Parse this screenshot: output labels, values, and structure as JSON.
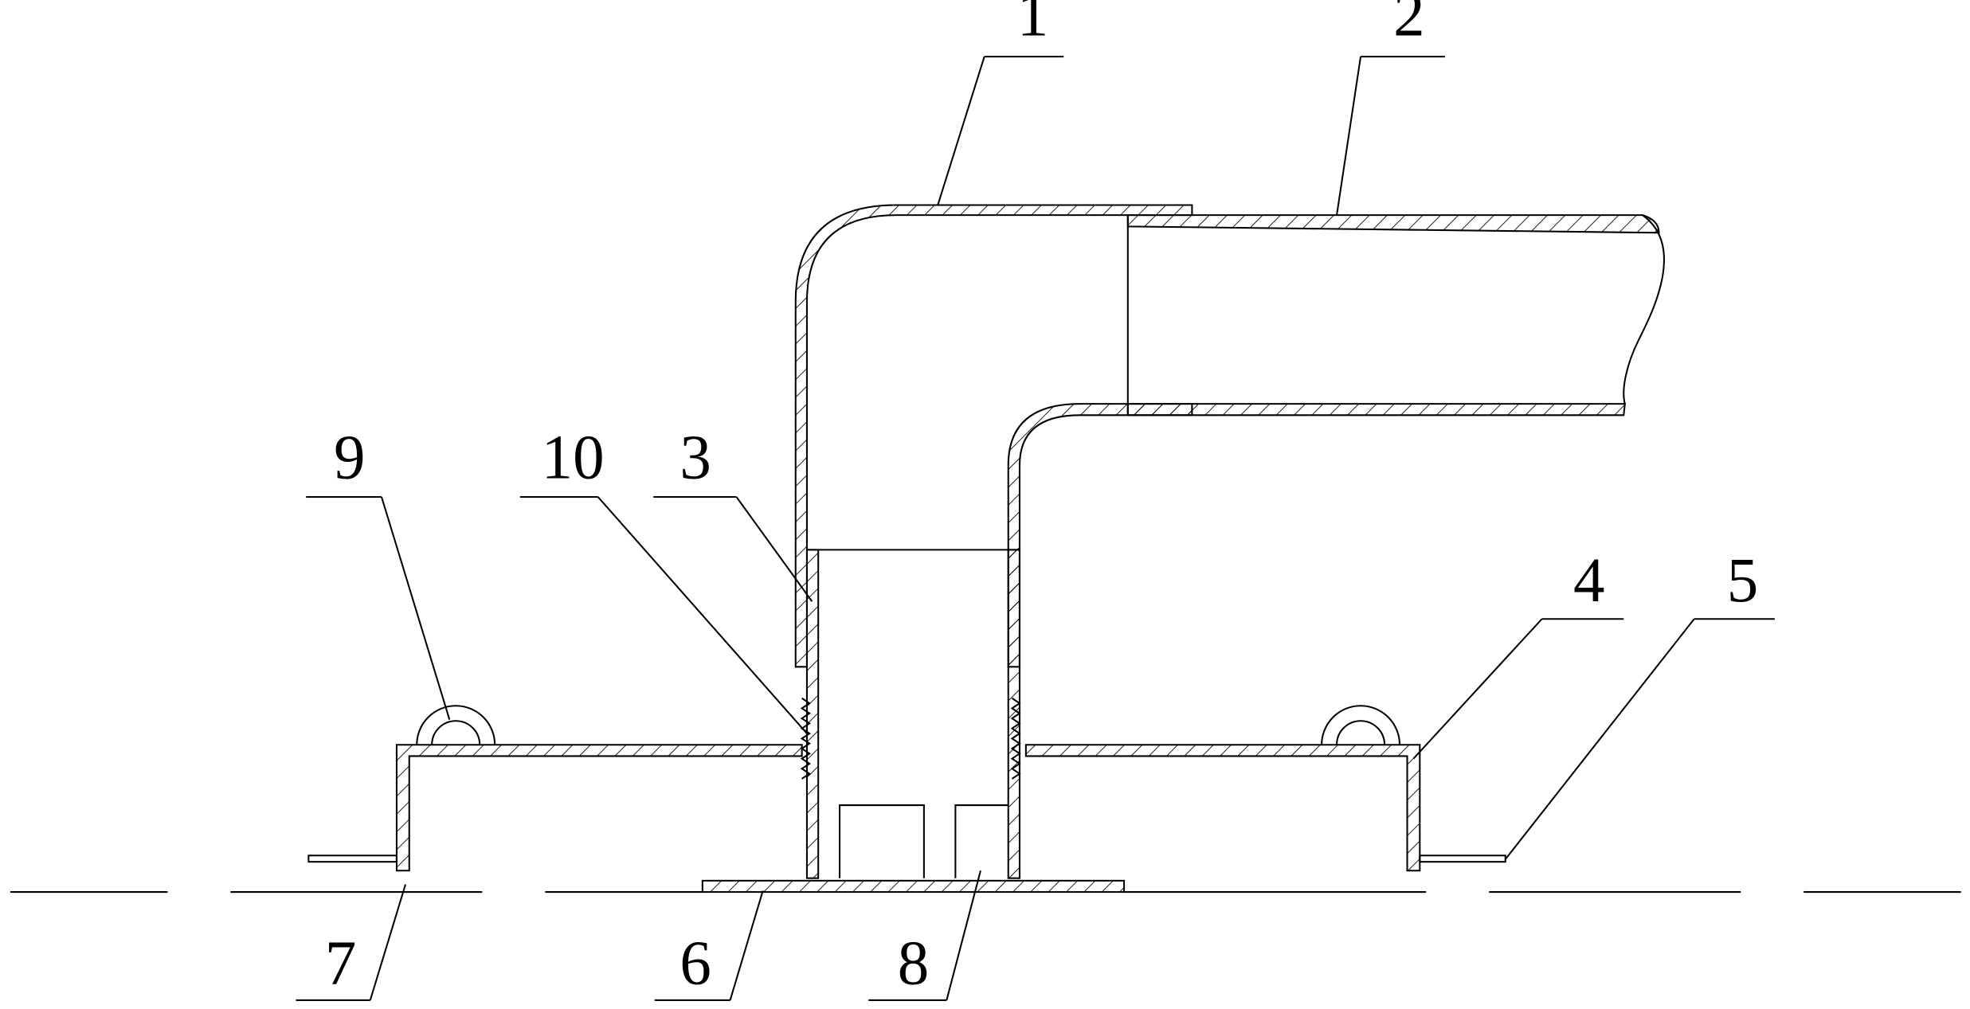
{
  "labels": {
    "l1": "1",
    "l2": "2",
    "l3": "3",
    "l4": "4",
    "l5": "5",
    "l6": "6",
    "l7": "7",
    "l8": "8",
    "l9": "9",
    "l10": "10"
  },
  "colors": {
    "line": "#000000",
    "background": "#ffffff"
  }
}
